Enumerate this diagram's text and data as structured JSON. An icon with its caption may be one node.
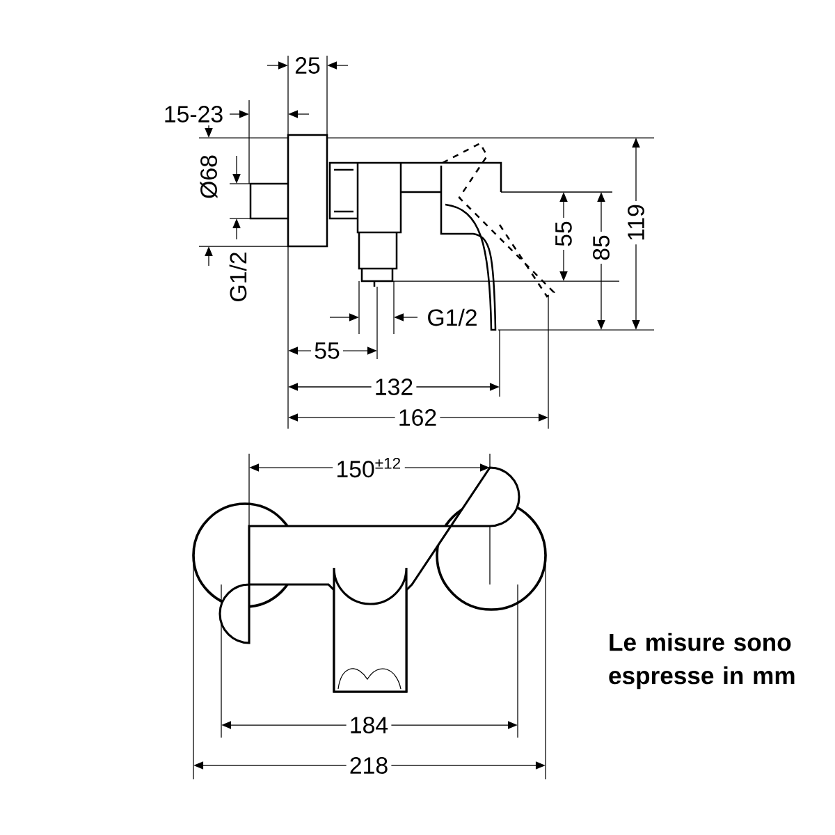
{
  "diagram": {
    "labels": [
      "25",
      "15-23",
      "Ø68",
      "G1/2",
      "55",
      "85",
      "119",
      "G1/2",
      "55",
      "132",
      "162",
      "150$^{±12}$",
      "184",
      "218",
      "Le misure sono espresse in mm"
    ]
  }
}
